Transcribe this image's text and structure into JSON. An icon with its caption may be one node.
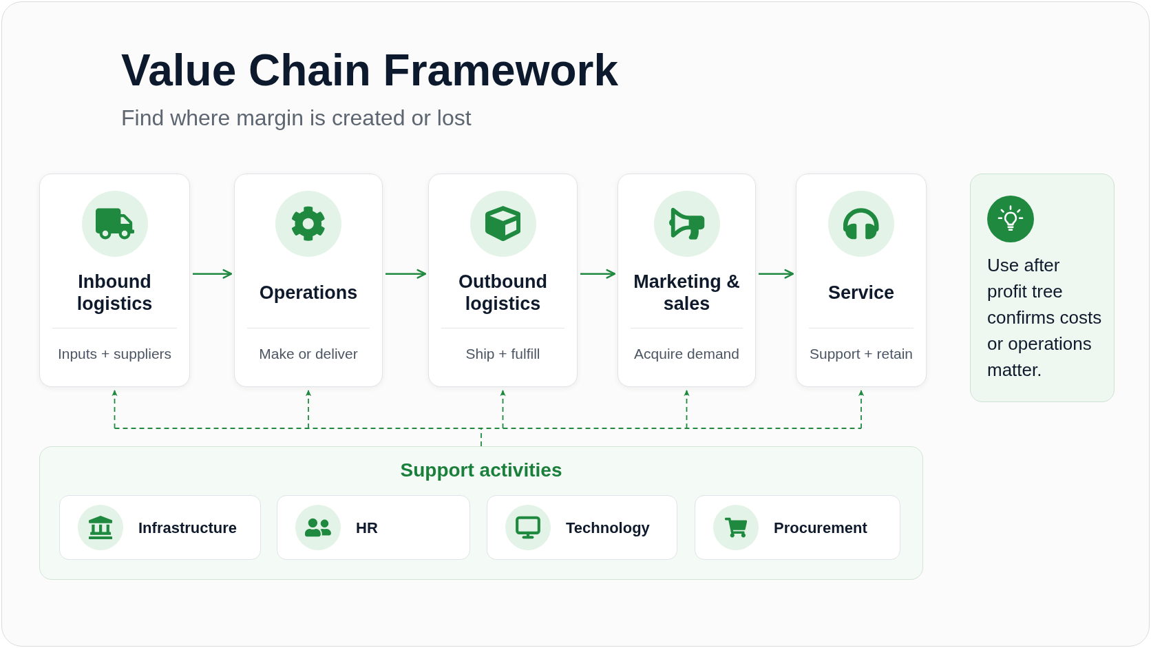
{
  "diagram": {
    "title": "Value Chain Framework",
    "nodes": [
      {
        "text": [
          "Inbound logistics",
          "Inputs + suppliers"
        ]
      },
      {
        "text": [
          "Operations",
          "Make or deliver"
        ]
      },
      {
        "text": [
          "Outbound logistics",
          "Ship + fulfill"
        ]
      },
      {
        "text": [
          "Marketing & sales",
          "Acquire demand"
        ]
      },
      {
        "text": [
          "Service",
          "Support + retain"
        ]
      },
      {
        "text": [
          "Use after profit tree confirms costs or operations matter."
        ]
      },
      {
        "text": [
          "Support activities"
        ]
      },
      {
        "text": [
          "Infrastructure"
        ],
        "in": 6
      },
      {
        "text": [
          "HR"
        ],
        "in": 6
      },
      {
        "text": [
          "Technology"
        ],
        "in": 6
      },
      {
        "text": [
          "Procurement"
        ],
        "in": 6
      }
    ],
    "edges": [
      {
        "from": 0,
        "to": 1,
        "arrow": "to"
      },
      {
        "from": 1,
        "to": 2,
        "arrow": "to"
      },
      {
        "from": 2,
        "to": 3,
        "arrow": "to"
      },
      {
        "from": 3,
        "to": 4,
        "arrow": "to"
      },
      {
        "from": 6,
        "to": 0,
        "arrow": "to",
        "style": "dashed"
      },
      {
        "from": 6,
        "to": 1,
        "arrow": "to",
        "style": "dashed"
      },
      {
        "from": 6,
        "to": 2,
        "arrow": "to",
        "style": "dashed"
      },
      {
        "from": 6,
        "to": 3,
        "arrow": "to",
        "style": "dashed"
      },
      {
        "from": 6,
        "to": 4,
        "arrow": "to",
        "style": "dashed"
      }
    ],
    "labels": [
      "Find where margin is created or lost"
    ]
  }
}
